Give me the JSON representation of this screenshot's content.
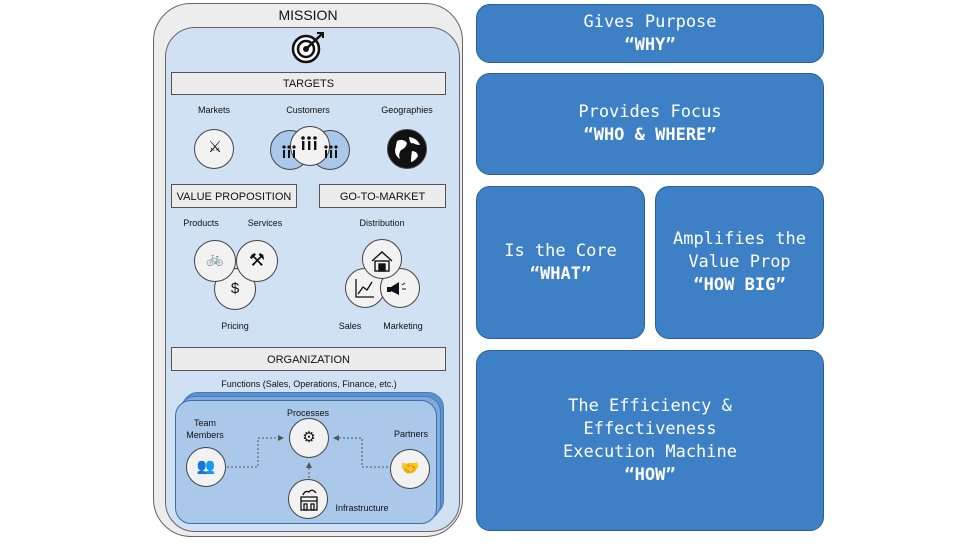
{
  "left": {
    "mission": "MISSION",
    "targets": "TARGETS",
    "markets": "Markets",
    "customers": "Customers",
    "geographies": "Geographies",
    "value_prop": "VALUE PROPOSITION",
    "gtm": "GO-TO-MARKET",
    "products": "Products",
    "services": "Services",
    "pricing": "Pricing",
    "distribution": "Distribution",
    "sales": "Sales",
    "marketing": "Marketing",
    "organization": "ORGANIZATION",
    "functions": "Functions (Sales, Operations, Finance, etc.)",
    "team_members_1": "Team",
    "team_members_2": "Members",
    "processes": "Processes",
    "partners": "Partners",
    "infrastructure": "Infrastructure"
  },
  "right": {
    "why_line1": "Gives Purpose",
    "why_line2": "“WHY”",
    "where_line1": "Provides Focus",
    "where_line2": "“WHO & WHERE”",
    "what_line1": "Is the Core",
    "what_line2": "“WHAT”",
    "big_line1": "Amplifies the",
    "big_line2": "Value Prop",
    "big_line3": "“HOW BIG”",
    "how_line1": "The Efficiency &",
    "how_line2": "Effectiveness",
    "how_line3": "Execution Machine",
    "how_line4": "“HOW”"
  },
  "icons": [
    "target-icon",
    "swords-icon",
    "crowd-icon",
    "globe-icon",
    "bicycle-icon",
    "tools-icon",
    "dollar-icon",
    "warehouse-icon",
    "chart-icon",
    "megaphone-icon",
    "team-icon",
    "process-icon",
    "handshake-icon",
    "infrastructure-icon"
  ]
}
